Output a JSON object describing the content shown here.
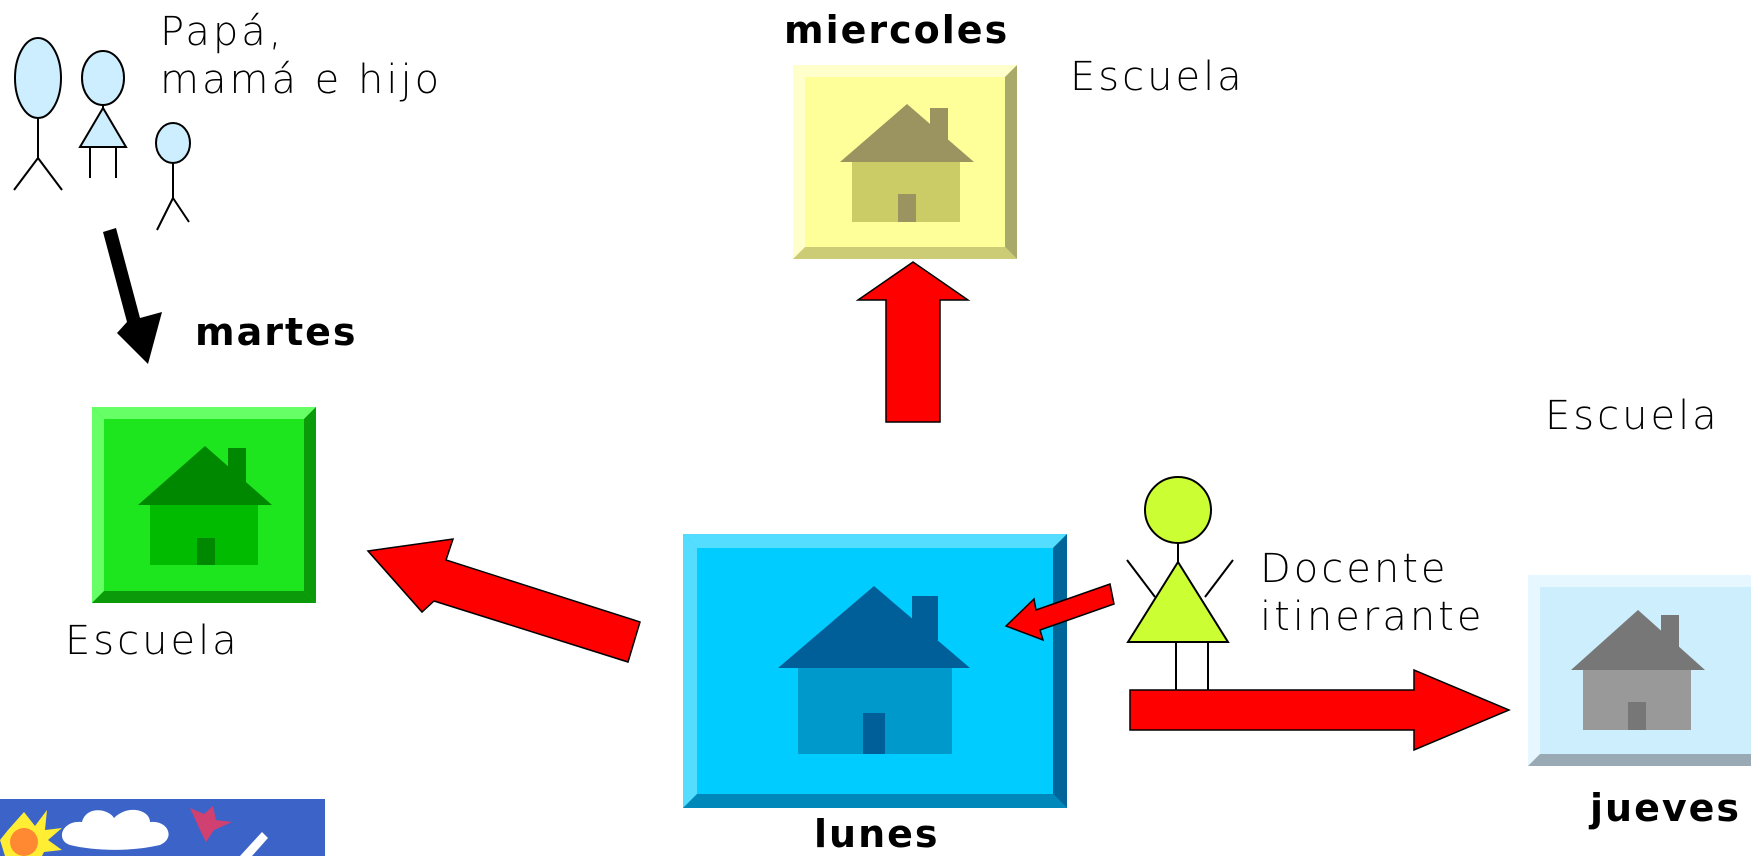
{
  "family": {
    "label_line1": "Papá,",
    "label_line2": "mamá e hijo"
  },
  "teacher": {
    "label_line1": "Docente",
    "label_line2": "itinerante"
  },
  "schools": {
    "martes": {
      "day": "martes",
      "name": "Escuela",
      "color": "#1ee61e"
    },
    "miercoles": {
      "day": "miercoles",
      "name": "Escuela",
      "color": "#ffff99"
    },
    "lunes": {
      "day": "lunes",
      "name": "",
      "color": "#00ccff"
    },
    "jueves": {
      "day": "jueves",
      "name": "Escuela",
      "color": "#cdeefd"
    }
  },
  "colors": {
    "arrow": "#ff0000",
    "family_arrow": "#000000",
    "teacher_fill": "#ccff33",
    "family_fill": "#cceeff"
  }
}
